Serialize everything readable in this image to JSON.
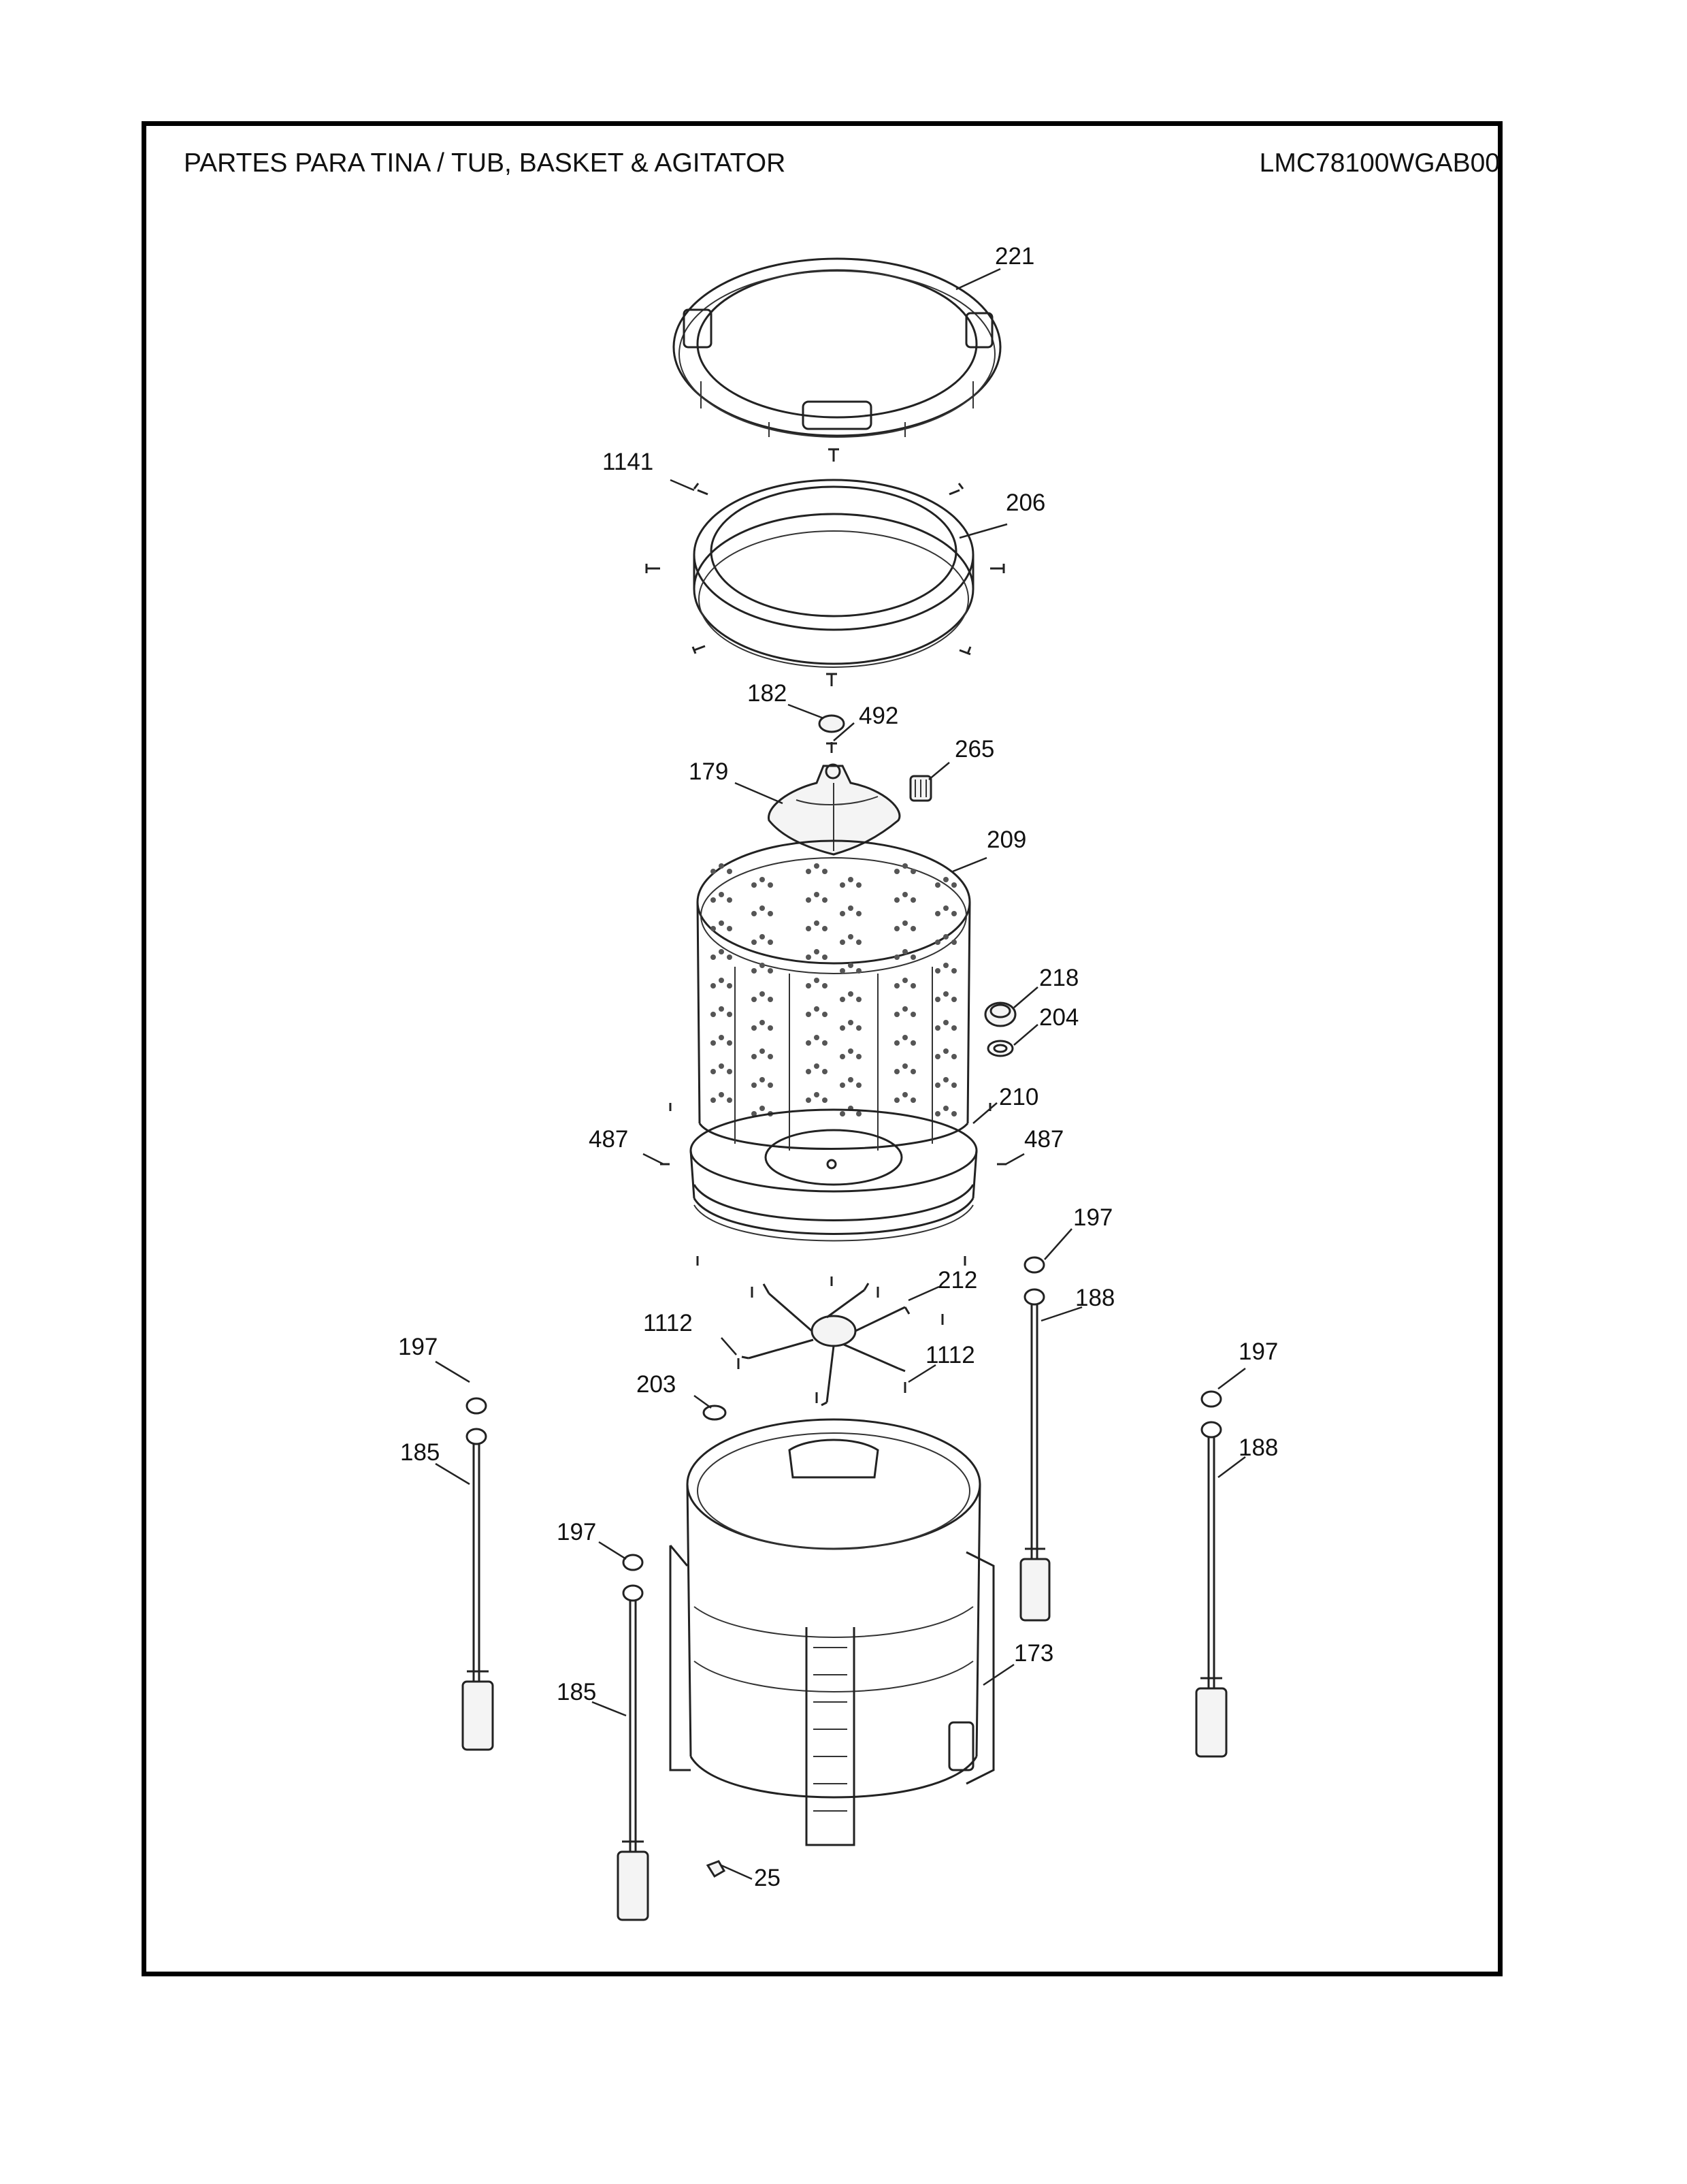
{
  "header": {
    "title": "PARTES PARA TINA  /  TUB, BASKET & AGITATOR",
    "model": "LMC78100WGAB00"
  },
  "callouts": [
    {
      "id": "c221",
      "label": "221"
    },
    {
      "id": "c1141",
      "label": "1141"
    },
    {
      "id": "c206",
      "label": "206"
    },
    {
      "id": "c182",
      "label": "182"
    },
    {
      "id": "c492",
      "label": "492"
    },
    {
      "id": "c265",
      "label": "265"
    },
    {
      "id": "c179",
      "label": "179"
    },
    {
      "id": "c209",
      "label": "209"
    },
    {
      "id": "c218",
      "label": "218"
    },
    {
      "id": "c204",
      "label": "204"
    },
    {
      "id": "c210",
      "label": "210"
    },
    {
      "id": "c487a",
      "label": "487"
    },
    {
      "id": "c487b",
      "label": "487"
    },
    {
      "id": "c197a",
      "label": "197"
    },
    {
      "id": "c188a",
      "label": "188"
    },
    {
      "id": "c212",
      "label": "212"
    },
    {
      "id": "c1112a",
      "label": "1112"
    },
    {
      "id": "c1112b",
      "label": "1112"
    },
    {
      "id": "c197b",
      "label": "197"
    },
    {
      "id": "c197c",
      "label": "197"
    },
    {
      "id": "c203",
      "label": "203"
    },
    {
      "id": "c185a",
      "label": "185"
    },
    {
      "id": "c188b",
      "label": "188"
    },
    {
      "id": "c197d",
      "label": "197"
    },
    {
      "id": "c173",
      "label": "173"
    },
    {
      "id": "c185b",
      "label": "185"
    },
    {
      "id": "c25",
      "label": "25"
    }
  ]
}
